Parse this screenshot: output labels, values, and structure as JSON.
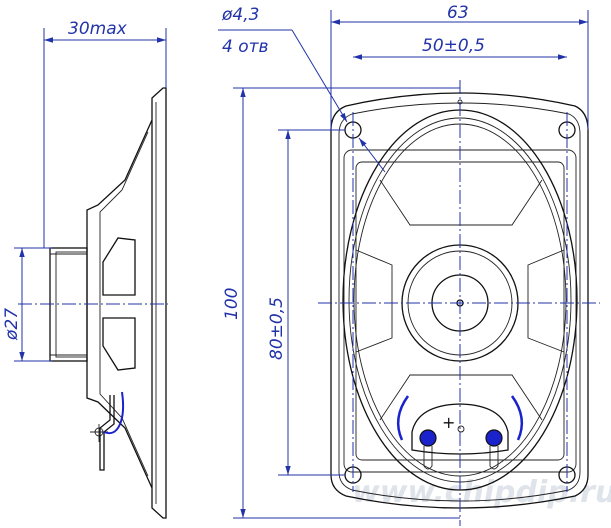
{
  "dimensions": {
    "depth_max": "30max",
    "magnet_diameter": "ø27",
    "hole_diameter": "ø4,3",
    "hole_count": "4 отв",
    "overall_width": "63",
    "hole_spacing_width": "50±0,5",
    "overall_height": "100",
    "hole_spacing_height": "80±0,5"
  },
  "terminal": {
    "polarity_mark": "+"
  },
  "watermark": {
    "text": "www.chipdip.ru"
  },
  "colors": {
    "dimension": "#2233aa",
    "outline": "#111111",
    "terminal": "#1a22cc",
    "watermark": "#dfe3ea"
  }
}
